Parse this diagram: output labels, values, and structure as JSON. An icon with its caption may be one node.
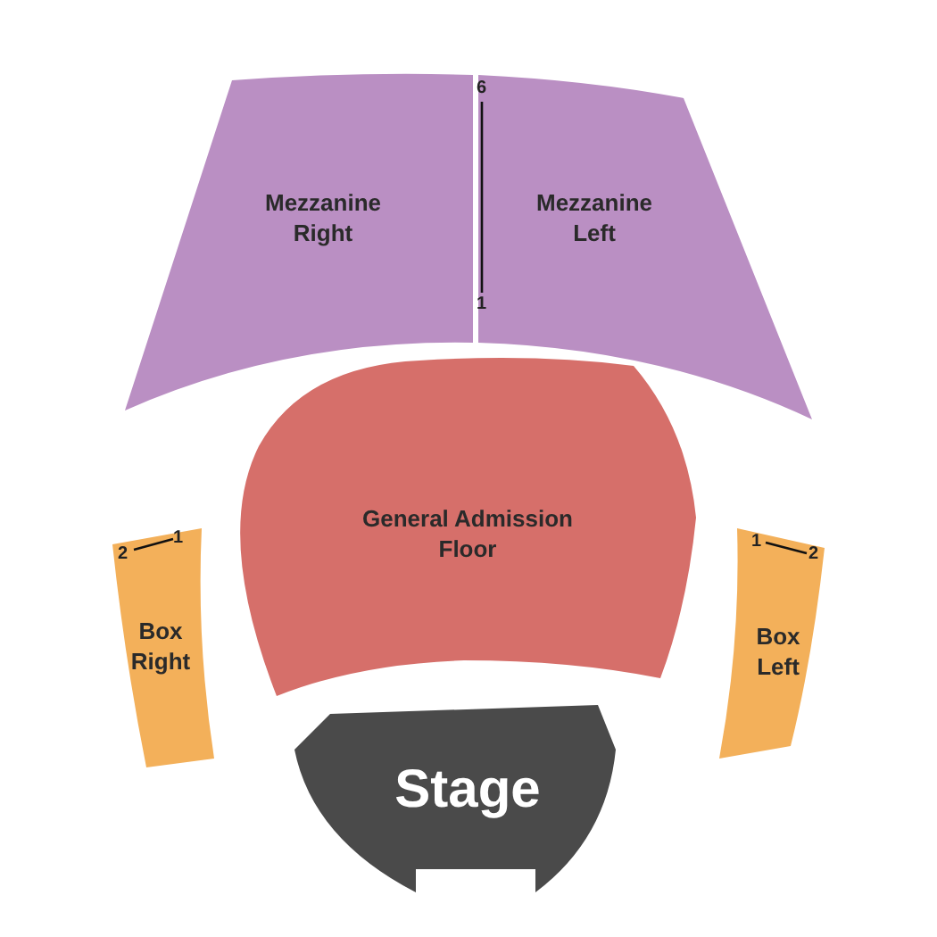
{
  "diagram": {
    "nodes": [
      {
        "text": [
          "Mezzanine Right"
        ]
      },
      {
        "text": [
          "Mezzanine Left"
        ]
      },
      {
        "text": [
          "General Admission Floor"
        ]
      },
      {
        "text": [
          "Box Right"
        ]
      },
      {
        "text": [
          "Box Left"
        ]
      },
      {
        "text": [
          "Stage"
        ]
      }
    ],
    "edges": [],
    "labels": [
      "6",
      "1",
      "2",
      "1",
      "1",
      "2"
    ]
  }
}
